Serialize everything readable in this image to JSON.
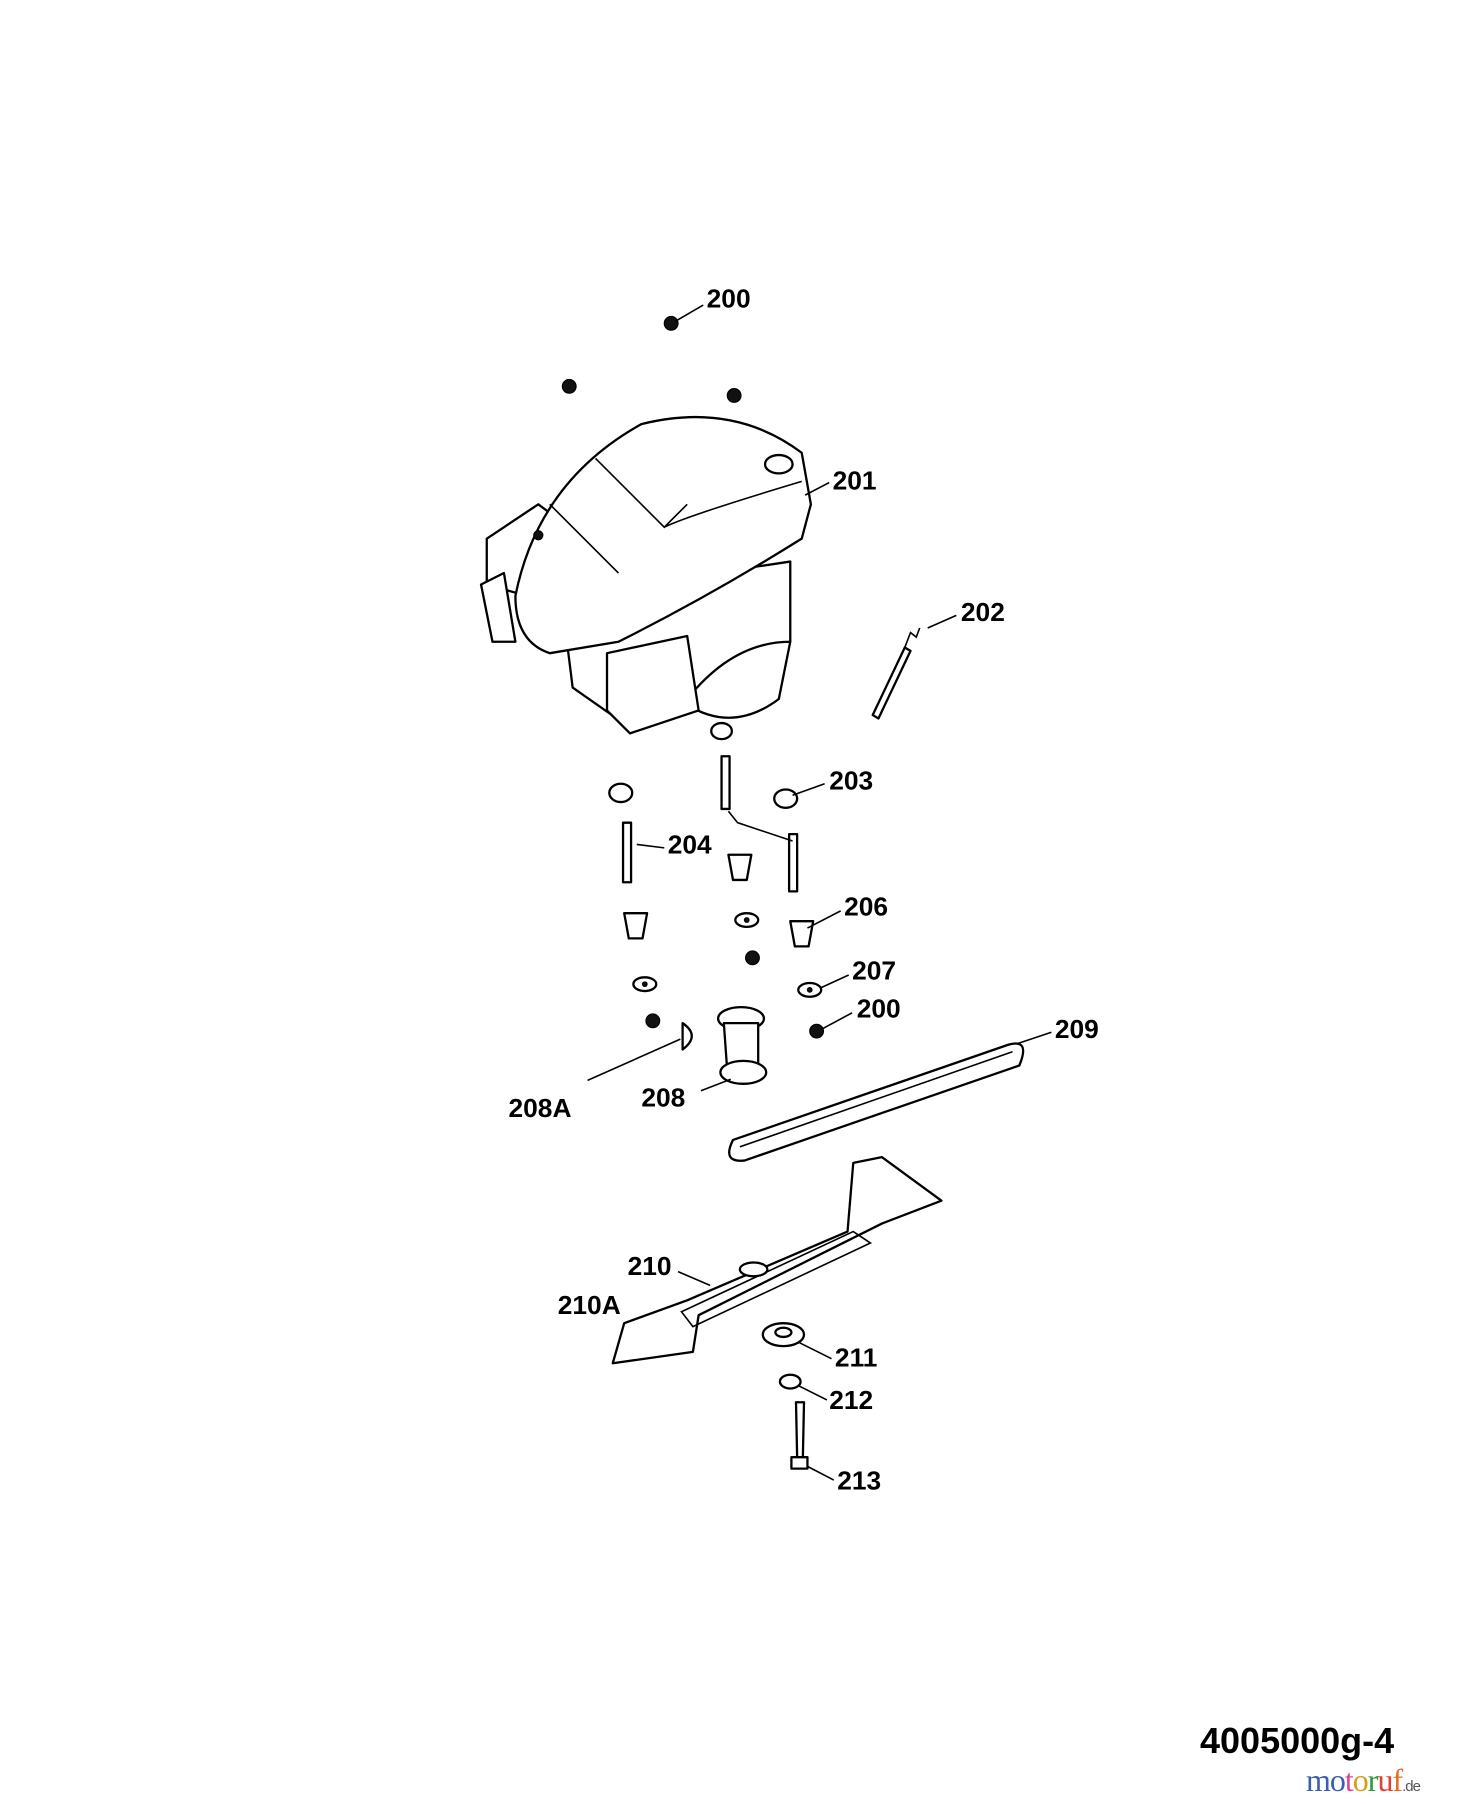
{
  "diagram_title": "4005000g-4",
  "watermark": {
    "text": "motoruf",
    "suffix": ".de",
    "colors": [
      "#3a5fb0",
      "#3a5fb0",
      "#e0409a",
      "#d4a017",
      "#2e9b3a",
      "#e04030",
      "#e07020"
    ]
  },
  "labels": {
    "p200_top": "200",
    "p201": "201",
    "p202": "202",
    "p203": "203",
    "p204": "204",
    "p206": "206",
    "p207": "207",
    "p200_bottom": "200",
    "p209": "209",
    "p208A": "208A",
    "p208": "208",
    "p210": "210",
    "p210A": "210A",
    "p211": "211",
    "p212": "212",
    "p213": "213"
  }
}
